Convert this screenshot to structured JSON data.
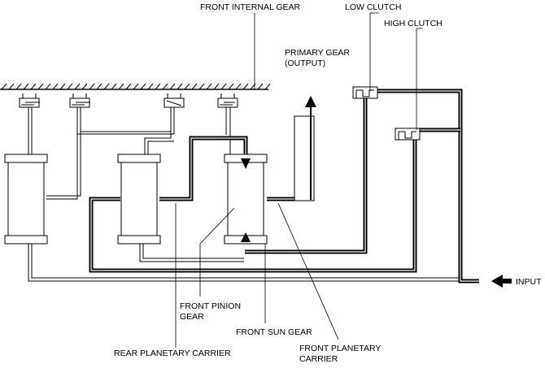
{
  "labels": {
    "front_internal_gear": "FRONT INTERNAL GEAR",
    "low_clutch": "LOW CLUTCH",
    "high_clutch": "HIGH CLUTCH",
    "primary_gear_line1": "PRIMARY GEAR",
    "primary_gear_line2": "(OUTPUT)",
    "input": "INPUT",
    "front_pinion_line1": "FRONT PINION",
    "front_pinion_line2": "GEAR",
    "front_sun_gear": "FRONT SUN GEAR",
    "rear_planetary_carrier": "REAR PLANETARY CARRIER",
    "front_planetary_line1": "FRONT PLANETARY",
    "front_planetary_line2": "CARRIER"
  }
}
